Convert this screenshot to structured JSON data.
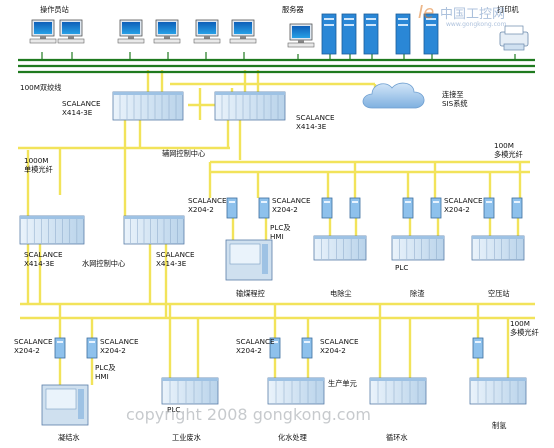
{
  "labels": {
    "operator_station": "操作员站",
    "server": "服务器",
    "printer": "打印机",
    "backbone": "100M双绞线",
    "sw_main_1": "SCALANCE\nX414-3E",
    "sw_main_2": "SCALANCE\nX414-3E",
    "connect_sis": "连接至\nSIS系统",
    "aux_center": "辅网控制中心",
    "left_fiber": "1000M\n单模光纤",
    "right_fiber": "100M\n多模光纤",
    "sw_left_mid": "SCALANCE\nX414-3E",
    "water_center": "水网控制中心",
    "sw_water": "SCALANCE\nX414-3E",
    "x204_a": "SCALANCE\nX204-2",
    "x204_b": "SCALANCE\nX204-2",
    "plc_hmi_1": "PLC及\nHMI",
    "coal": "输煤程控",
    "dust": "电除尘",
    "slag": "除渣",
    "x204_c": "SCALANCE\nX204-2",
    "plc_1": "PLC",
    "air": "空压站",
    "lower_fiber": "100M\n多模光纤",
    "x204_d": "SCALANCE\nX204-2",
    "x204_e": "SCALANCE\nX204-2",
    "plc_hmi_2": "PLC及\nHMI",
    "x204_f": "SCALANCE\nX204-2",
    "x204_g": "SCALANCE\nX204-2",
    "prod_unit": "生产单元",
    "plc_2": "PLC",
    "condensate": "凝结水",
    "ind_waste": "工业废水",
    "chem_water": "化水处理",
    "circ_water": "循环水",
    "hydrogen": "制氢"
  },
  "watermark": {
    "copyright": "copyright 2008 gongkong.com",
    "logo_brand": "中国工控网",
    "logo_url": "www.gongkong.com"
  },
  "colors": {
    "bus_green": "#1f7a1f",
    "bus_yellow": "#f2e35a",
    "device_blue": "#d7e7f6",
    "device_edge": "#5a7ea8",
    "cloud": "#a9c9ec"
  }
}
